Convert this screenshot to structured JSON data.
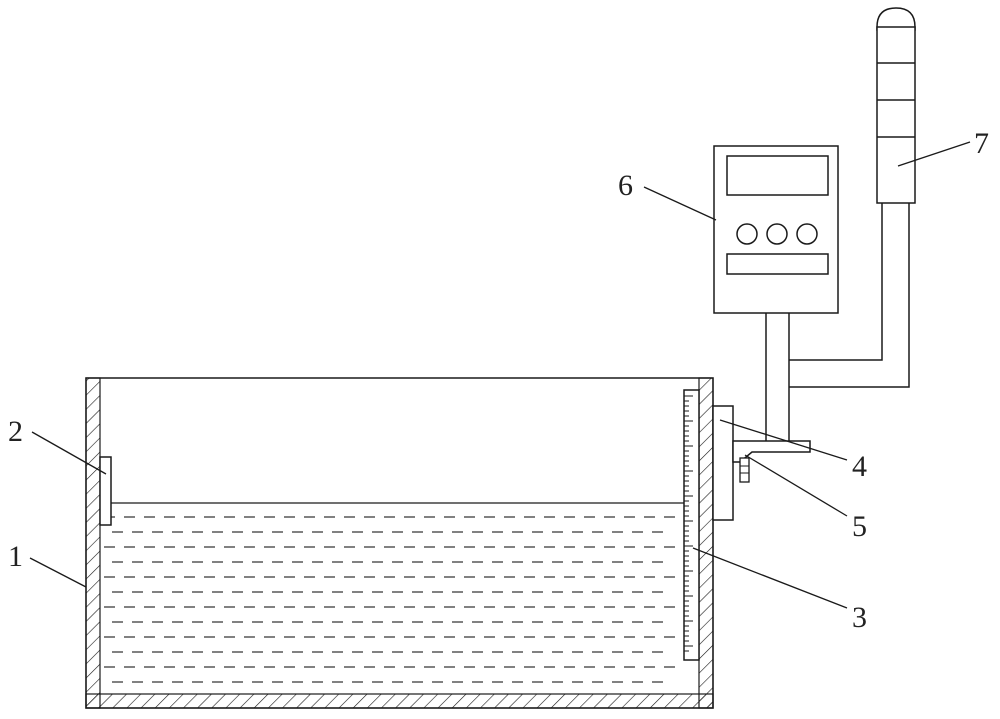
{
  "labels": {
    "tank": "1",
    "left_probe": "2",
    "scale_ruler": "3",
    "bracket": "4",
    "bolt": "5",
    "controller": "6",
    "alarm_light": "7"
  },
  "colors": {
    "line": "#1a1a1a",
    "background": "#ffffff"
  }
}
